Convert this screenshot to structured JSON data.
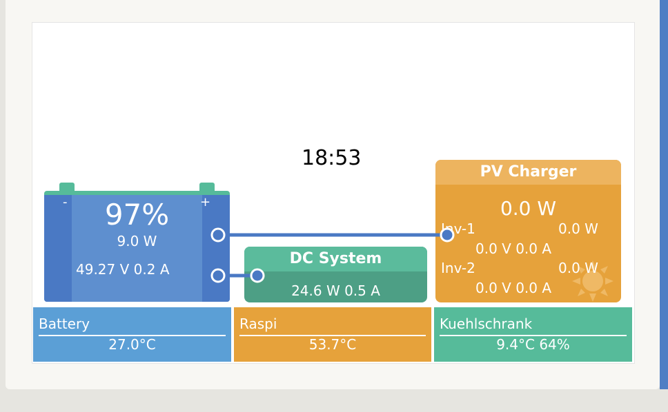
{
  "clock": "18:53",
  "battery": {
    "minus_label": "-",
    "plus_label": "+",
    "soc": "97%",
    "power": "9.0 W",
    "voltage_current": "49.27 V  0.2 A"
  },
  "dc_system": {
    "title": "DC System",
    "values": "24.6 W 0.5 A"
  },
  "pv_charger": {
    "title": "PV Charger",
    "total_power": "0.0 W",
    "trackers": [
      {
        "name": "Inv-1",
        "power": "0.0 W",
        "voltage_current": "0.0 V 0.0 A"
      },
      {
        "name": "Inv-2",
        "power": "0.0 W",
        "voltage_current": "0.0 V 0.0 A"
      }
    ],
    "icon": "sun-icon"
  },
  "tiles": [
    {
      "name": "Battery",
      "value": "27.0°C"
    },
    {
      "name": "Raspi",
      "value": "53.7°C"
    },
    {
      "name": "Kuehlschrank",
      "value": "9.4°C 64%"
    }
  ],
  "colors": {
    "battery_blue": "#5e8fcf",
    "battery_dark_blue": "#4a79c4",
    "dc_green": "#5bbb9c",
    "dc_dark_green": "#4d9f85",
    "pv_orange": "#e6a23b",
    "pv_light_orange": "#edb45f",
    "tile_blue": "#5b9fd6",
    "tile_orange": "#e6a23b",
    "tile_green": "#56bb9a",
    "accent_strip": "#4f7ec4"
  }
}
